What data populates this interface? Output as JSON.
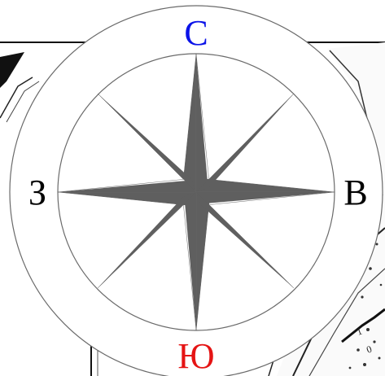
{
  "compass": {
    "north": {
      "label": "С",
      "color": "#0b13e8"
    },
    "south": {
      "label": "Ю",
      "color": "#e51414"
    },
    "west": {
      "label": "З",
      "color": "#000000"
    },
    "east": {
      "label": "В",
      "color": "#000000"
    }
  },
  "colors": {
    "star_fill": "#5f5f5f",
    "ring_stroke": "#6a6a6a",
    "map_ink": "#111111"
  },
  "icons": {
    "rose": "compass-rose-icon",
    "map": "map-fragment-background"
  }
}
